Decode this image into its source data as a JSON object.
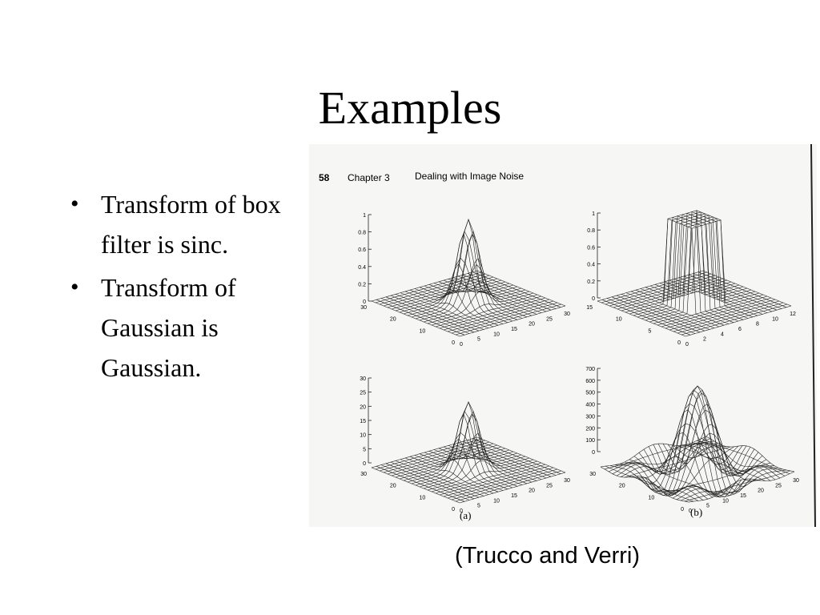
{
  "slide": {
    "title": "Examples",
    "bullets": [
      "Transform of box filter is sinc.",
      "Transform of Gaussian is Gaussian."
    ],
    "citation": "(Trucco and Verri)"
  },
  "figure": {
    "header": {
      "page_number": "58",
      "chapter": "Chapter 3",
      "section": "Dealing with Image Noise"
    },
    "panel_labels": [
      "(a)",
      "(b)"
    ],
    "plots": [
      {
        "id": "top-left",
        "z_ticks": [
          "1",
          "0.8",
          "0.6",
          "0.4",
          "0.2",
          "0"
        ],
        "left_axis_ticks": [
          "30",
          "20",
          "10",
          "0"
        ],
        "right_axis_ticks": [
          "0",
          "5",
          "10",
          "15",
          "20",
          "25",
          "30"
        ],
        "shape": "gaussian"
      },
      {
        "id": "top-right",
        "z_ticks": [
          "1",
          "0.8",
          "0.6",
          "0.4",
          "0.2",
          "0"
        ],
        "left_axis_ticks": [
          "15",
          "10",
          "5",
          "0"
        ],
        "right_axis_ticks": [
          "0",
          "2",
          "4",
          "6",
          "8",
          "10",
          "12"
        ],
        "shape": "box"
      },
      {
        "id": "bottom-left",
        "z_ticks": [
          "30",
          "25",
          "20",
          "15",
          "10",
          "5",
          "0"
        ],
        "left_axis_ticks": [
          "30",
          "20",
          "10",
          "0"
        ],
        "right_axis_ticks": [
          "0",
          "5",
          "10",
          "15",
          "20",
          "25",
          "30"
        ],
        "shape": "gaussian"
      },
      {
        "id": "bottom-right",
        "z_ticks": [
          "700",
          "600",
          "500",
          "400",
          "300",
          "200",
          "100",
          "0"
        ],
        "left_axis_ticks": [
          "30",
          "20",
          "10",
          "0"
        ],
        "right_axis_ticks": [
          "0",
          "5",
          "10",
          "15",
          "20",
          "25",
          "30"
        ],
        "shape": "sinc"
      }
    ]
  }
}
